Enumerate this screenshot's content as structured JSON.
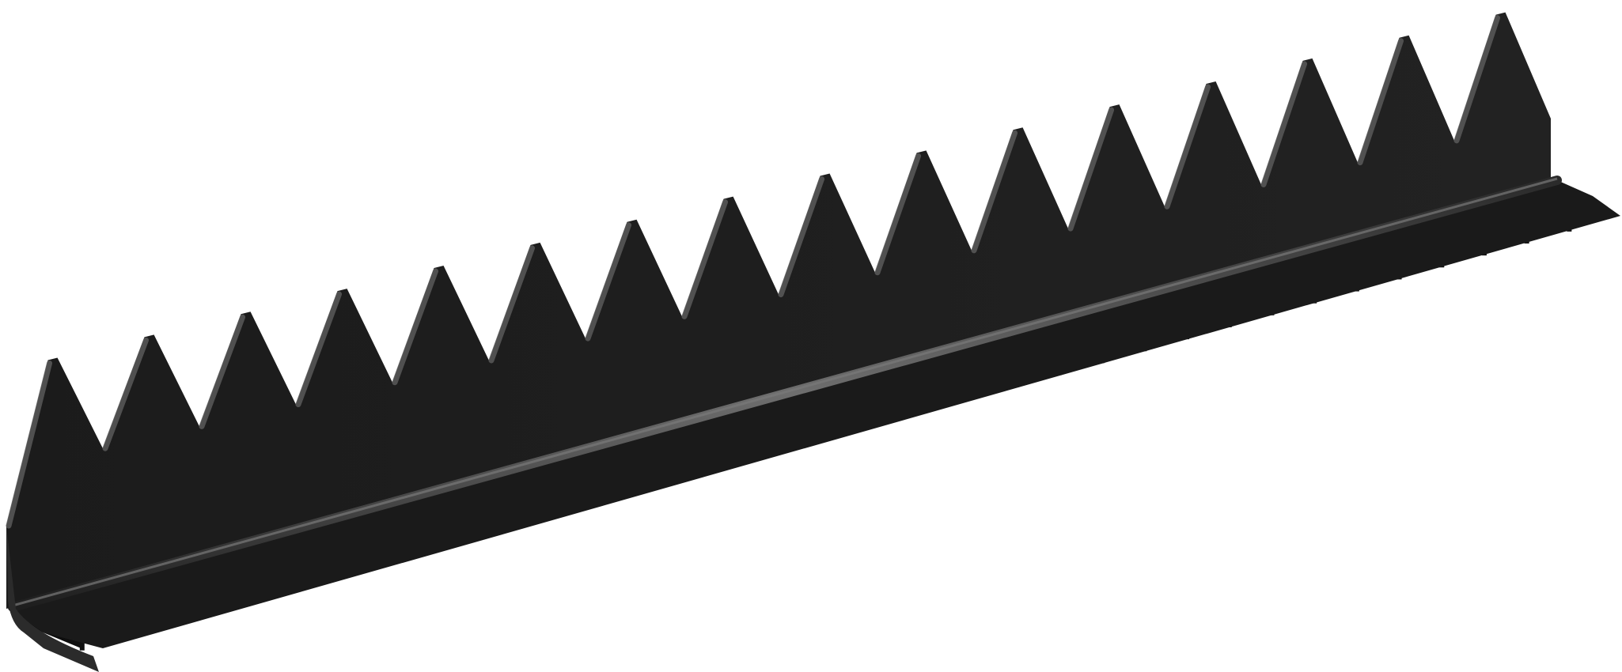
{
  "image": {
    "subject": "anti-climb-spike-strip",
    "material_color": "#1c1c1c",
    "edge_highlight_color": "#5a5a5a",
    "shadow_color": "#0e0e0e",
    "background_color": "#ffffff",
    "spike_count": 16,
    "foot_tab_count": 36
  }
}
